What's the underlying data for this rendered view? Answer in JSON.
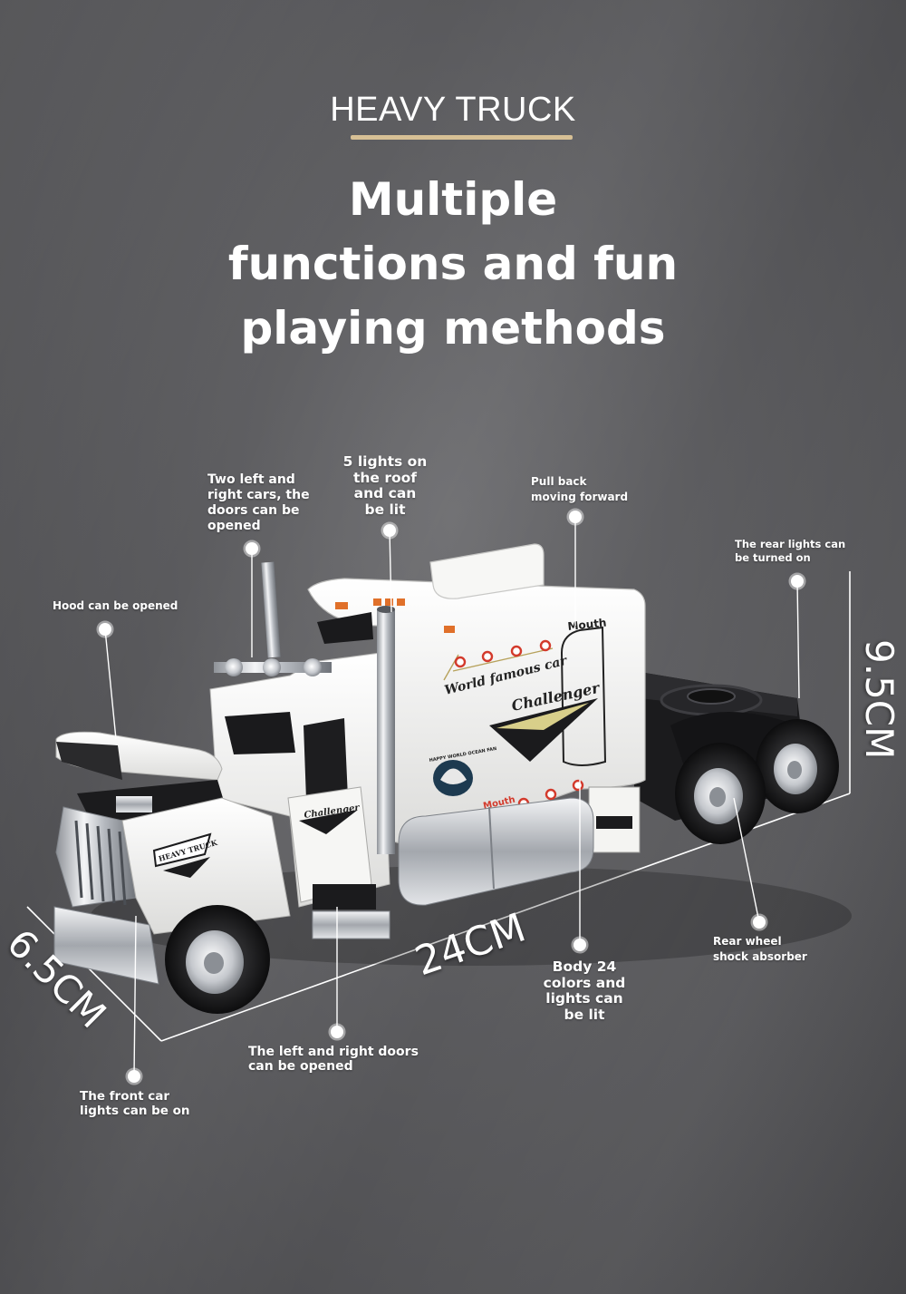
{
  "header": {
    "kicker": "HEAVY TRUCK",
    "headline_lines": [
      "Multiple",
      "functions and fun",
      "playing methods"
    ]
  },
  "truck_markings": {
    "brand_script": "World famous car",
    "model_script": "Challenger",
    "door_script": "Challenger",
    "hood_badge": "HEAVY TRUCK",
    "mouth_label": "Mouth",
    "mouth_label_lower": "Mouth",
    "emblem": "HAPPY WORLD OCEAN FAN"
  },
  "callouts": {
    "hood": [
      "Hood can be opened"
    ],
    "doors": [
      "Two left and",
      "right cars, the",
      "doors can be",
      "opened"
    ],
    "roof_lights": [
      "5 lights on",
      "the roof",
      "and can",
      "be lit"
    ],
    "pull_back": [
      "Pull back",
      "moving forward"
    ],
    "rear_lights": [
      "The rear lights can",
      "be turned on"
    ],
    "rear_wheel": [
      "Rear wheel",
      "shock absorber"
    ],
    "body_lights": [
      "Body 24",
      "colors and",
      "lights can",
      "be lit"
    ],
    "side_doors": [
      "The left and right doors",
      "can be opened"
    ],
    "front_lights": [
      "The front car",
      "lights can be on"
    ]
  },
  "dimensions": {
    "length": "24CM",
    "height": "9.5CM",
    "width": "6.5CM"
  },
  "colors": {
    "accent_underline": "#d7c095",
    "truck_body": "#f3f3f1",
    "chassis": "#1b1b1d",
    "chrome": "#c9ccd0",
    "marker_lights": "#e0702a"
  }
}
